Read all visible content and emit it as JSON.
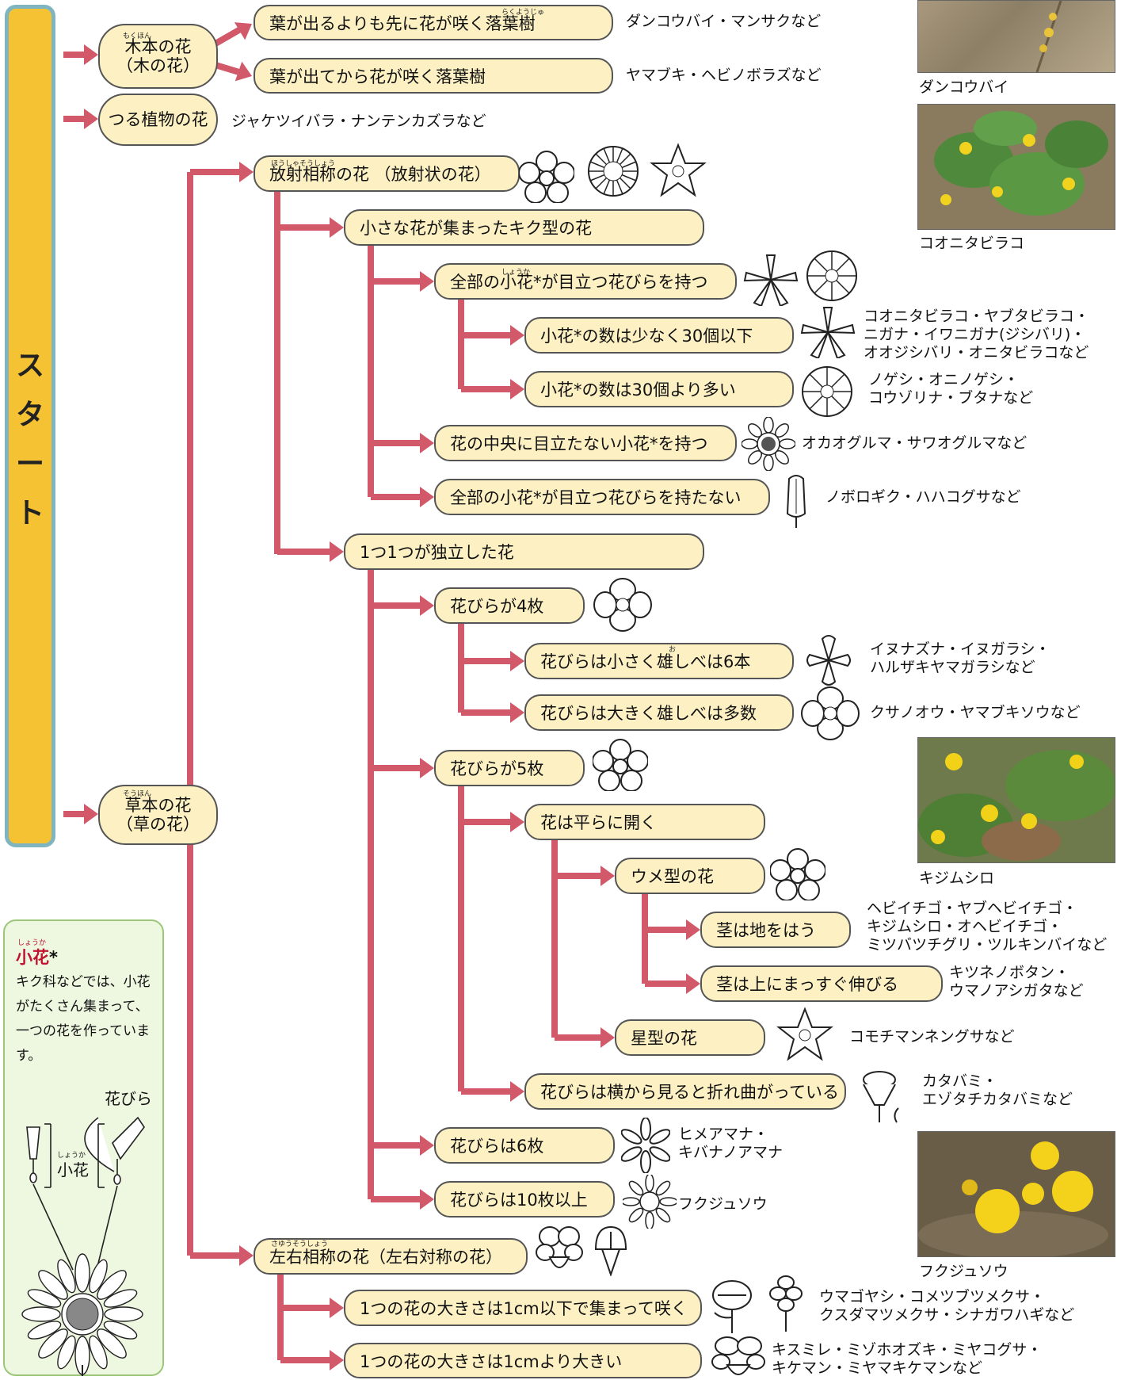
{
  "start_label": "スタート",
  "nodes": {
    "woody": {
      "label1": "木本の花",
      "label2": "（木の花）",
      "ruby": "もくほん"
    },
    "leaf_before": {
      "label": "葉が出るよりも先に花が咲く落葉樹",
      "ruby": "らくようじゅ"
    },
    "leaf_after": {
      "label": "葉が出てから花が咲く落葉樹"
    },
    "vine": {
      "label": "つる植物の花"
    },
    "herb": {
      "label1": "草本の花",
      "label2": "（草の花）",
      "ruby": "そうほん"
    },
    "radial": {
      "label": "放射相称の花 （放射状の花）",
      "ruby": "ほうしゃそうしょう"
    },
    "kiku": {
      "label": "小さな花が集まったキク型の花"
    },
    "all_petal": {
      "label": "全部の小花*が目立つ花びらを持つ",
      "ruby": "しょうか"
    },
    "few30": {
      "label": "小花*の数は少なく30個以下"
    },
    "more30": {
      "label": "小花*の数は30個より多い"
    },
    "center_small": {
      "label": "花の中央に目立たない小花*を持つ"
    },
    "no_petal": {
      "label": "全部の小花*が目立つ花びらを持たない"
    },
    "independent": {
      "label": "1つ1つが独立した花"
    },
    "petal4": {
      "label": "花びらが4枚"
    },
    "small6": {
      "label": "花びらは小さく雄しべは6本",
      "ruby": "お"
    },
    "large_many": {
      "label": "花びらは大きく雄しべは多数"
    },
    "petal5": {
      "label": "花びらが5枚"
    },
    "flat": {
      "label": "花は平らに開く"
    },
    "ume": {
      "label": "ウメ型の花"
    },
    "crawl": {
      "label": "茎は地をはう"
    },
    "straight": {
      "label": "茎は上にまっすぐ伸びる"
    },
    "star": {
      "label": "星型の花"
    },
    "bent": {
      "label": "花びらは横から見ると折れ曲がっている"
    },
    "petal6": {
      "label": "花びらは6枚"
    },
    "petal10": {
      "label": "花びらは10枚以上"
    },
    "bilateral": {
      "label": "左右相称の花（左右対称の花）",
      "ruby": "さゆうそうしょう"
    },
    "size_small": {
      "label": "1つの花の大きさは1cm以下で集まって咲く"
    },
    "size_large": {
      "label": "1つの花の大きさは1cmより大きい"
    }
  },
  "examples": {
    "leaf_before": "ダンコウバイ・マンサクなど",
    "leaf_after": "ヤマブキ・ヘビノボラズなど",
    "vine": "ジャケツイバラ・ナンテンカズラなど",
    "few30": [
      "コオニタビラコ・ヤブタビラコ・",
      "ニガナ・イワニガナ(ジシバリ)・",
      "オオジシバリ・オニタビラコなど"
    ],
    "more30": [
      "ノゲシ・オニノゲシ・",
      "コウゾリナ・ブタナなど"
    ],
    "center_small": "オカオグルマ・サワオグルマなど",
    "no_petal": "ノボロギク・ハハコグサなど",
    "small6": [
      "イヌナズナ・イヌガラシ・",
      "ハルザキヤマガラシなど"
    ],
    "large_many": "クサノオウ・ヤマブキソウなど",
    "crawl": [
      "ヘビイチゴ・ヤブヘビイチゴ・",
      "キジムシロ・オヘビイチゴ・",
      "ミツバツチグリ・ツルキンバイなど"
    ],
    "straight": [
      "キツネノボタン・",
      "ウマノアシガタなど"
    ],
    "star": "コモチマンネングサなど",
    "bent": [
      "カタバミ・",
      "エゾタチカタバミなど"
    ],
    "petal6": [
      "ヒメアマナ・",
      "キバナノアマナ"
    ],
    "petal10": "フクジュソウ",
    "size_small": [
      "ウマゴヤシ・コメツブツメクサ・",
      "クスダマツメクサ・シナガワハギなど"
    ],
    "size_large": [
      "キスミレ・ミゾホオズキ・ミヤコグサ・",
      "キケマン・ミヤマキケマンなど"
    ]
  },
  "photos": [
    {
      "caption": "ダンコウバイ"
    },
    {
      "caption": "コオニタビラコ"
    },
    {
      "caption": "キジムシロ"
    },
    {
      "caption": "フクジュソウ"
    }
  ],
  "legend": {
    "ruby": "しょうか",
    "title": "小花",
    "body": "キク科などでは、小花がたくさん集まって、一つの花を作っています。",
    "petal_label": "花びら",
    "floret_label": "小花",
    "floret_ruby": "しょうか"
  },
  "colors": {
    "arrow": "#d1596a",
    "node_fill": "#fdf1c4",
    "start_fill": "#f5c233",
    "start_border": "#7fb5c1",
    "legend_fill": "#eef7df"
  }
}
